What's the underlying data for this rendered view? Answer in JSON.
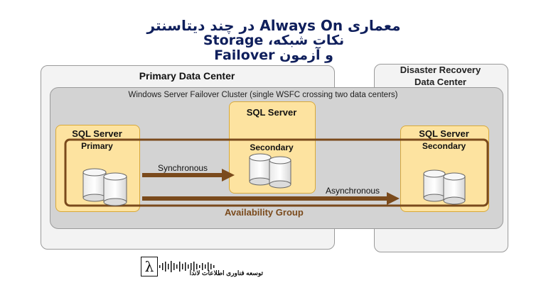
{
  "title": {
    "line1": "معماری Always On در چند دیتاسنتر",
    "line2": "نکات شبکه، Storage",
    "line3": "و آزمون Failover"
  },
  "diagram": {
    "primary_dc": "Primary Data Center",
    "dr_dc_line1": "Disaster Recovery",
    "dr_dc_line2": "Data Center",
    "wsfc": "Windows Server Failover Cluster (single WSFC crossing two data centers)",
    "sql_primary": {
      "title": "SQL Server",
      "role": "Primary"
    },
    "sql_secondary_1": {
      "title": "SQL Server",
      "role": "Secondary"
    },
    "sql_secondary_2": {
      "title": "SQL Server",
      "role": "Secondary"
    },
    "sync_label": "Synchronous",
    "async_label": "Asynchronous",
    "ag_label": "Availability Group"
  },
  "logo": {
    "symbol": "λ",
    "text": "توسعه فناوری اطلاعات لاندا"
  },
  "colors": {
    "ag_border": "#7a4a1c",
    "arrow": "#7a4a1c",
    "sql_fill": "#fde3a0",
    "ag_label": "#7a4a1c"
  }
}
